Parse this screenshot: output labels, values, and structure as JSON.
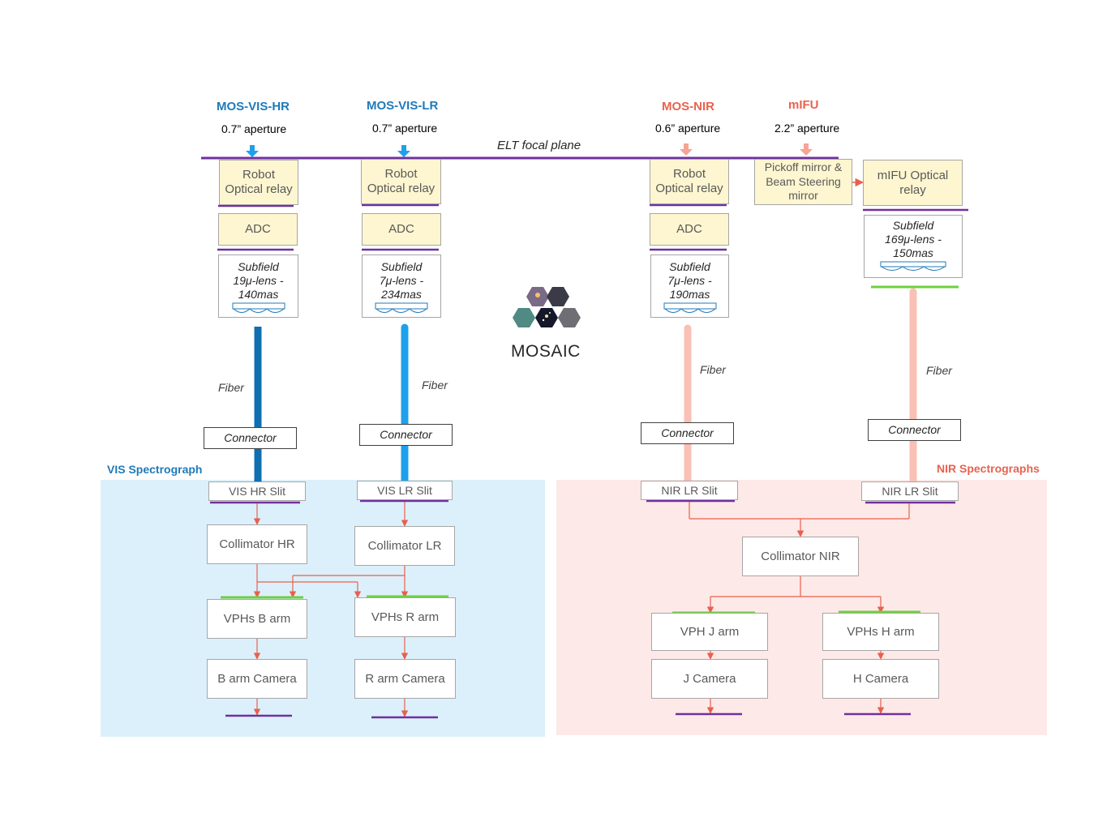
{
  "instruments": {
    "mos_vis_hr": {
      "title": "MOS-VIS-HR",
      "aperture": "0.7” aperture"
    },
    "mos_vis_lr": {
      "title": "MOS-VIS-LR",
      "aperture": "0.7” aperture"
    },
    "mos_nir": {
      "title": "MOS-NIR",
      "aperture": "0.6” aperture"
    },
    "mifu": {
      "title": "mIFU",
      "aperture": "2.2” aperture"
    }
  },
  "focal_plane": "ELT focal plane",
  "logo": "MOSAIC",
  "front_end": {
    "robot_relay": [
      "Robot",
      "Optical relay"
    ],
    "adc": "ADC",
    "pickoff": [
      "Pickoff mirror &",
      "Beam Steering",
      "mirror"
    ],
    "mifu_relay": [
      "mIFU Optical",
      "relay"
    ]
  },
  "subfields": {
    "hr": [
      "Subfield",
      "19μ-lens -",
      "140mas"
    ],
    "lr": [
      "Subfield",
      "7μ-lens -",
      "234mas"
    ],
    "nir": [
      "Subfield",
      "7μ-lens -",
      "190mas"
    ],
    "mifu": [
      "Subfield",
      "169μ-lens -",
      "150mas"
    ]
  },
  "fiber_label": "Fiber",
  "connector_label": "Connector",
  "sections": {
    "vis": "VIS Spectrograph",
    "nir": "NIR Spectrographs"
  },
  "vis": {
    "hr_slit": "VIS HR Slit",
    "lr_slit": "VIS LR Slit",
    "collimator_hr": "Collimator HR",
    "collimator_lr": "Collimator LR",
    "vph_b": "VPHs B arm",
    "vph_r": "VPHs R arm",
    "b_camera": "B arm Camera",
    "r_camera": "R arm Camera"
  },
  "nir": {
    "slit": "NIR LR Slit",
    "collimator": "Collimator NIR",
    "vph_j": "VPH J arm",
    "vph_h": "VPHs H arm",
    "j_camera": "J Camera",
    "h_camera": "H Camera"
  },
  "colors": {
    "vis_region": "#dcf0fb",
    "nir_region": "#fde9e7",
    "fiber_hr": "#0f6fb0",
    "fiber_lr": "#1ea0ec",
    "fiber_nir": "#f9c0b6",
    "arrow_red": "#e8604d",
    "purple_line": "#7030a0",
    "green_line": "#6dd13f"
  }
}
